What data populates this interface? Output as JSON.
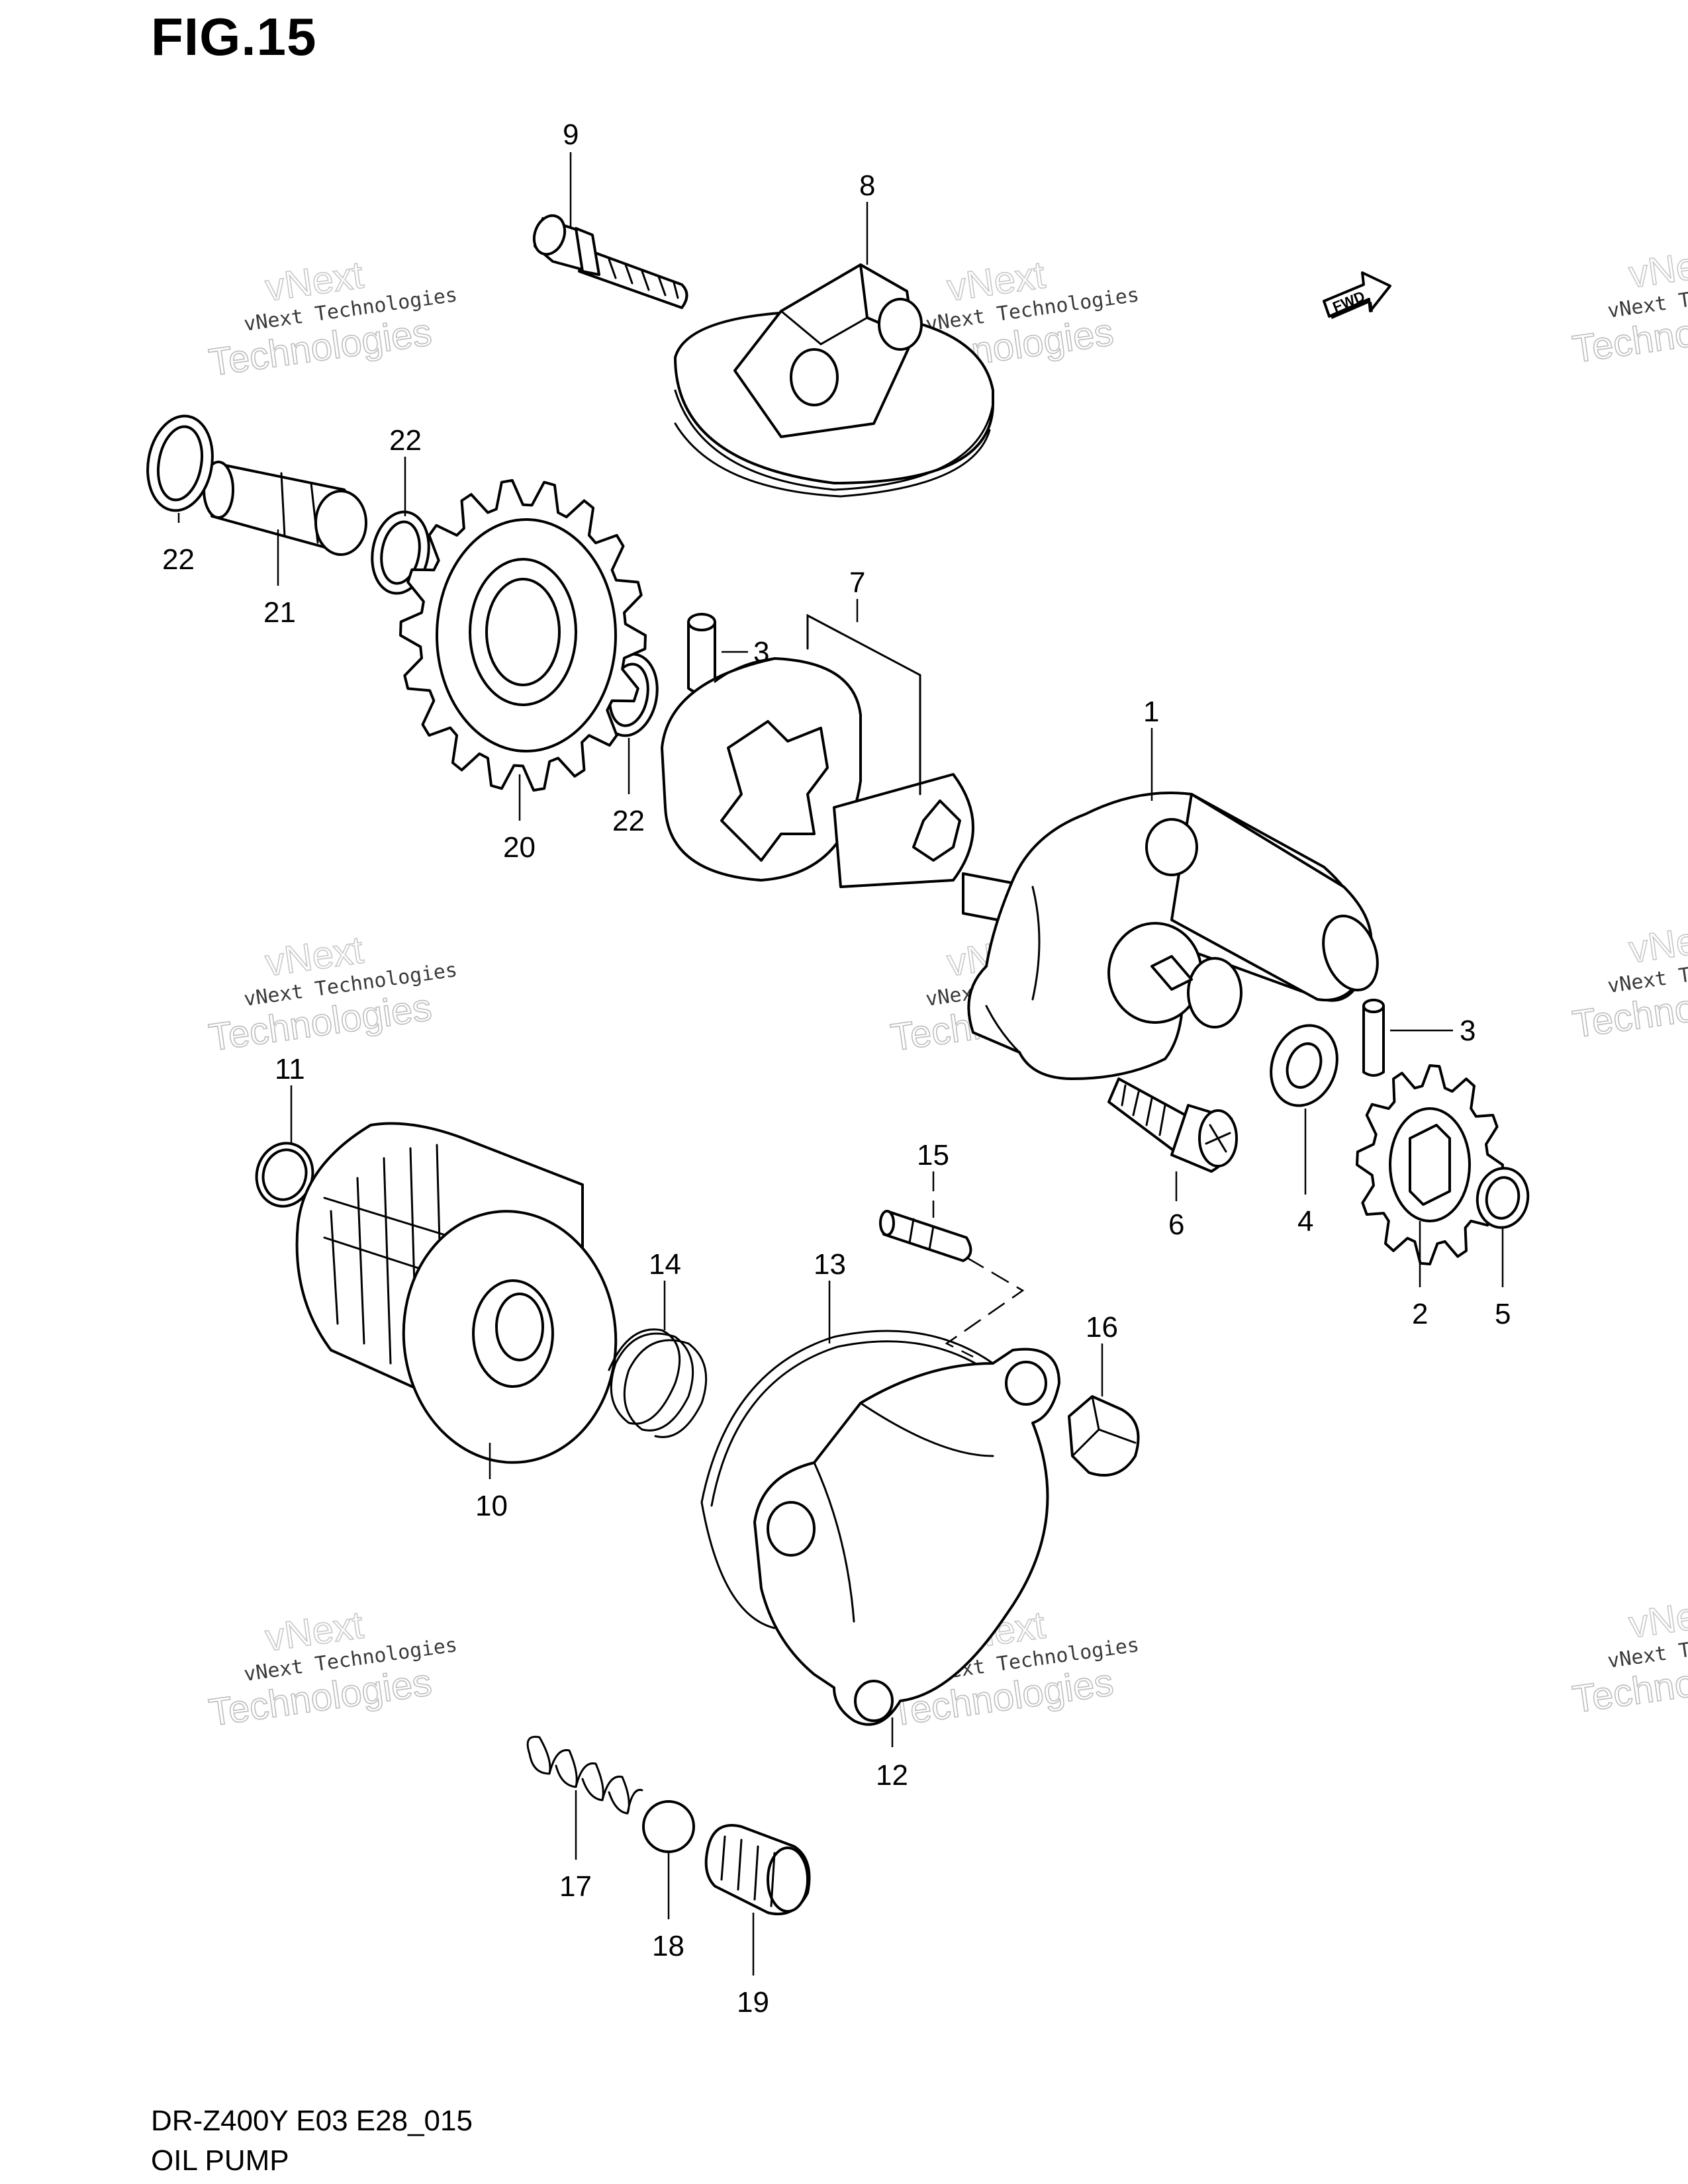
{
  "figure": {
    "title": "FIG.15",
    "model_code": "DR-Z400Y E03 E28_015",
    "section_name": "OIL PUMP",
    "direction_label": "FWD"
  },
  "watermark": {
    "line_main": "vNext Technologies",
    "line_a": "vNext",
    "line_b": "Technologies"
  },
  "callouts": {
    "p1": "1",
    "p2": "2",
    "p3a": "3",
    "p3b": "3",
    "p4": "4",
    "p5": "5",
    "p6": "6",
    "p7": "7",
    "p8": "8",
    "p9": "9",
    "p10": "10",
    "p11": "11",
    "p12": "12",
    "p13": "13",
    "p14": "14",
    "p15": "15",
    "p16": "16",
    "p17": "17",
    "p18": "18",
    "p19": "19",
    "p20": "20",
    "p21": "21",
    "p22a": "22",
    "p22b": "22",
    "p22c": "22"
  }
}
